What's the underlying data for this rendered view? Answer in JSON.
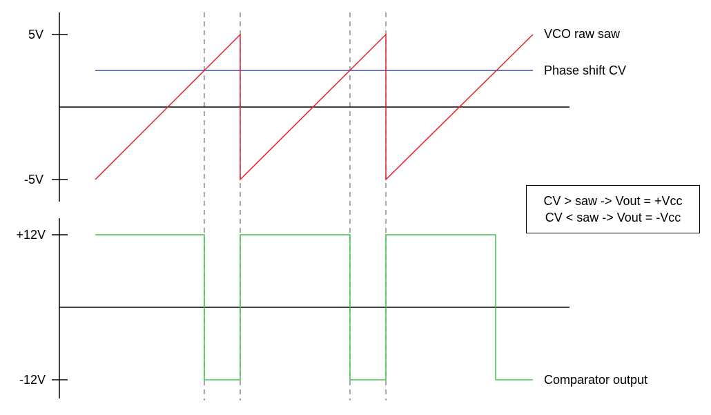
{
  "colors": {
    "saw": "#e8202a",
    "cv": "#3a4fa0",
    "comparator": "#3cc24a",
    "axis": "#000000",
    "guide": "#8a8a8a"
  },
  "top_plot": {
    "y_ticks": [
      "5V",
      "-5V"
    ],
    "saw_label": "VCO raw saw",
    "cv_label": "Phase shift CV"
  },
  "bottom_plot": {
    "y_ticks": [
      "+12V",
      "-12V"
    ],
    "output_label": "Comparator output"
  },
  "note": {
    "line1": "CV > saw -> Vout = +Vcc",
    "line2": "CV < saw -> Vout = -Vcc"
  },
  "series": {
    "saw_volts": [
      -5,
      5,
      -5,
      5,
      -5,
      5
    ],
    "cv_volts": 2.5,
    "comparator_volts": [
      12,
      -12,
      12,
      -12,
      12,
      -12
    ]
  }
}
